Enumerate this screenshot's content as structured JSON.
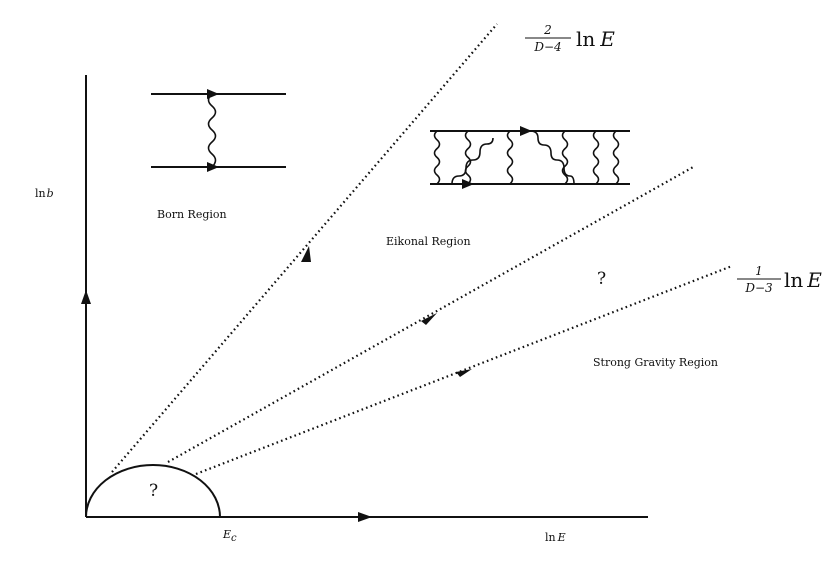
{
  "axes": {
    "y_label_ln": "ln",
    "y_label_var": "b",
    "x_label_ln": "ln",
    "x_label_var": "E",
    "origin_tick": "E",
    "origin_tick_sub": "c"
  },
  "regions": {
    "born": "Born Region",
    "eikonal": "Eikonal Region",
    "strong": "Strong Gravity Region",
    "unknown_eikonal": "?",
    "unknown_origin": "?"
  },
  "lines": {
    "upper": {
      "num": "2",
      "den": "D−4",
      "ln": "ln",
      "var": "E"
    },
    "lower": {
      "num": "1",
      "den": "D−3",
      "ln": "ln",
      "var": "E"
    }
  }
}
